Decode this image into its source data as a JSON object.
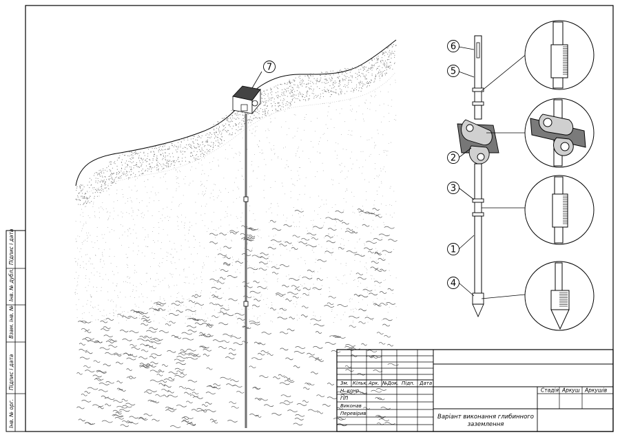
{
  "callouts": [
    "1",
    "2",
    "3",
    "4",
    "5",
    "6",
    "7"
  ],
  "side_stamp": {
    "fields": [
      "Підпис і дата",
      "Інв. № дубл.",
      "Взам. інв. №",
      "Підпис і дата",
      "Інв. № орг."
    ]
  },
  "title_block": {
    "header_cols": [
      "Зм.",
      "Кільк.",
      "Арк.",
      "№Док.",
      "Підп.",
      "Дата"
    ],
    "roles": [
      "Н. конр.",
      "ГІП",
      "Виконав",
      "Перевірив"
    ],
    "stage_label": "Стадія",
    "sheet_label": "Аркуш",
    "sheets_label": "Аркушів",
    "drawing_title_1": "Варіант виконання глибинного",
    "drawing_title_2": "заземлення"
  },
  "colors": {
    "line": "#000000",
    "paper": "#ffffff",
    "soil": "#8a8a8a"
  }
}
